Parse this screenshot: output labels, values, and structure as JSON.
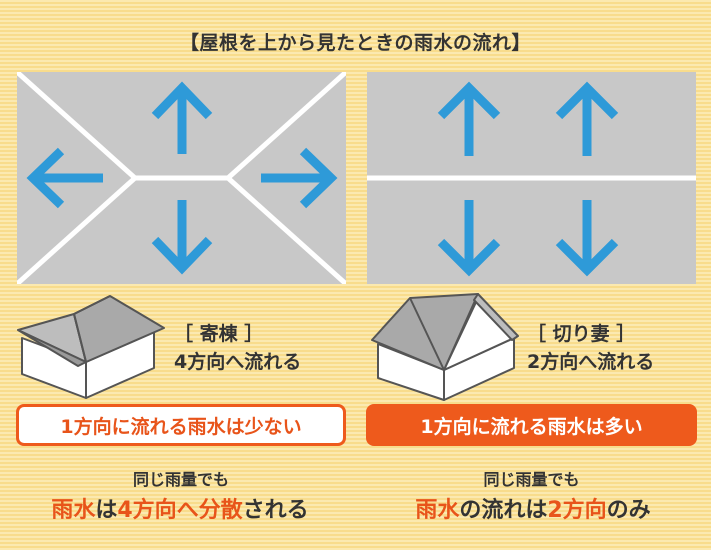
{
  "title": "【屋根を上から見たときの雨水の流れ】",
  "left": {
    "roof_type_open": "［",
    "roof_type": "寄棟",
    "roof_type_close": "］",
    "flow_desc": "4方向へ流れる",
    "pill_text": "1方向に流れる雨水は少ない",
    "note": "同じ雨量でも",
    "conclusion": {
      "p1": "雨水",
      "p2": "は",
      "p3": "4方向へ分散",
      "p4": "される"
    }
  },
  "right": {
    "roof_type_open": "［",
    "roof_type": "切り妻",
    "roof_type_close": "］",
    "flow_desc": "2方向へ流れる",
    "pill_text": "1方向に流れる雨水は多い",
    "note": "同じ雨量でも",
    "conclusion": {
      "p1": "雨水",
      "p2": "の流れは",
      "p3": "2方向",
      "p4": "のみ"
    }
  },
  "colors": {
    "arrow": "#2e9ad8",
    "accent": "#ee5a1c",
    "roof_plan": "#c8c8c8",
    "background": "#fbe9b0"
  },
  "icons": {
    "arrow": "arrow-icon",
    "house_hip": "hip-roof-house-icon",
    "house_gable": "gable-roof-house-icon"
  }
}
